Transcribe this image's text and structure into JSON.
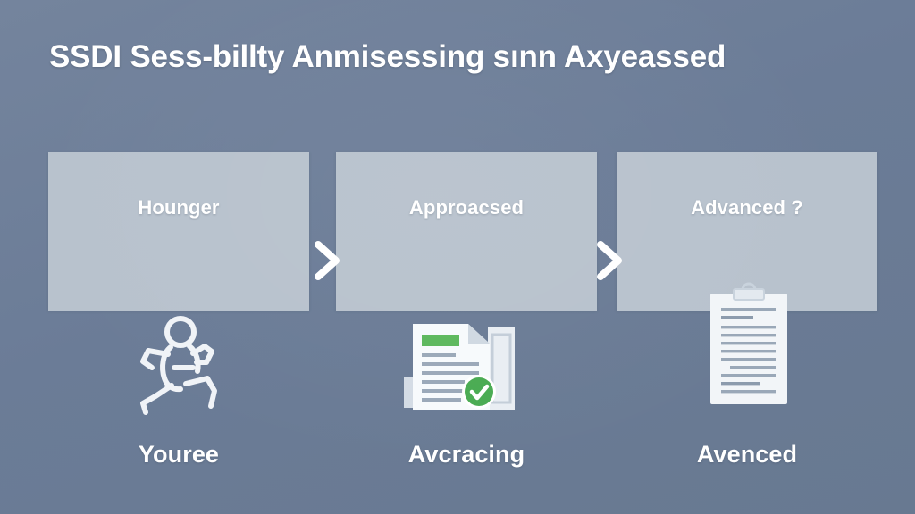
{
  "header": {
    "title": "SSDI Sess-billty Anmisessing sınn Axyeassed"
  },
  "colors": {
    "background": "#6d7e99",
    "box_fill": "#b8c2cd",
    "text_white": "#ffffff",
    "accent_green": "#5cb85c",
    "doc_line": "#9aa8b8",
    "clipboard_paper": "#f2f5f8"
  },
  "stages": [
    {
      "box_label": "Hounger",
      "caption": "Youree",
      "icon": "running-person-icon"
    },
    {
      "box_label": "Approacsed",
      "caption": "Avcracing",
      "icon": "document-check-icon"
    },
    {
      "box_label": "Advanced ?",
      "caption": "Avenced",
      "icon": "clipboard-document-icon"
    }
  ],
  "connectors": [
    {
      "glyph": "chevron-right-icon"
    },
    {
      "glyph": "chevron-right-icon"
    }
  ]
}
